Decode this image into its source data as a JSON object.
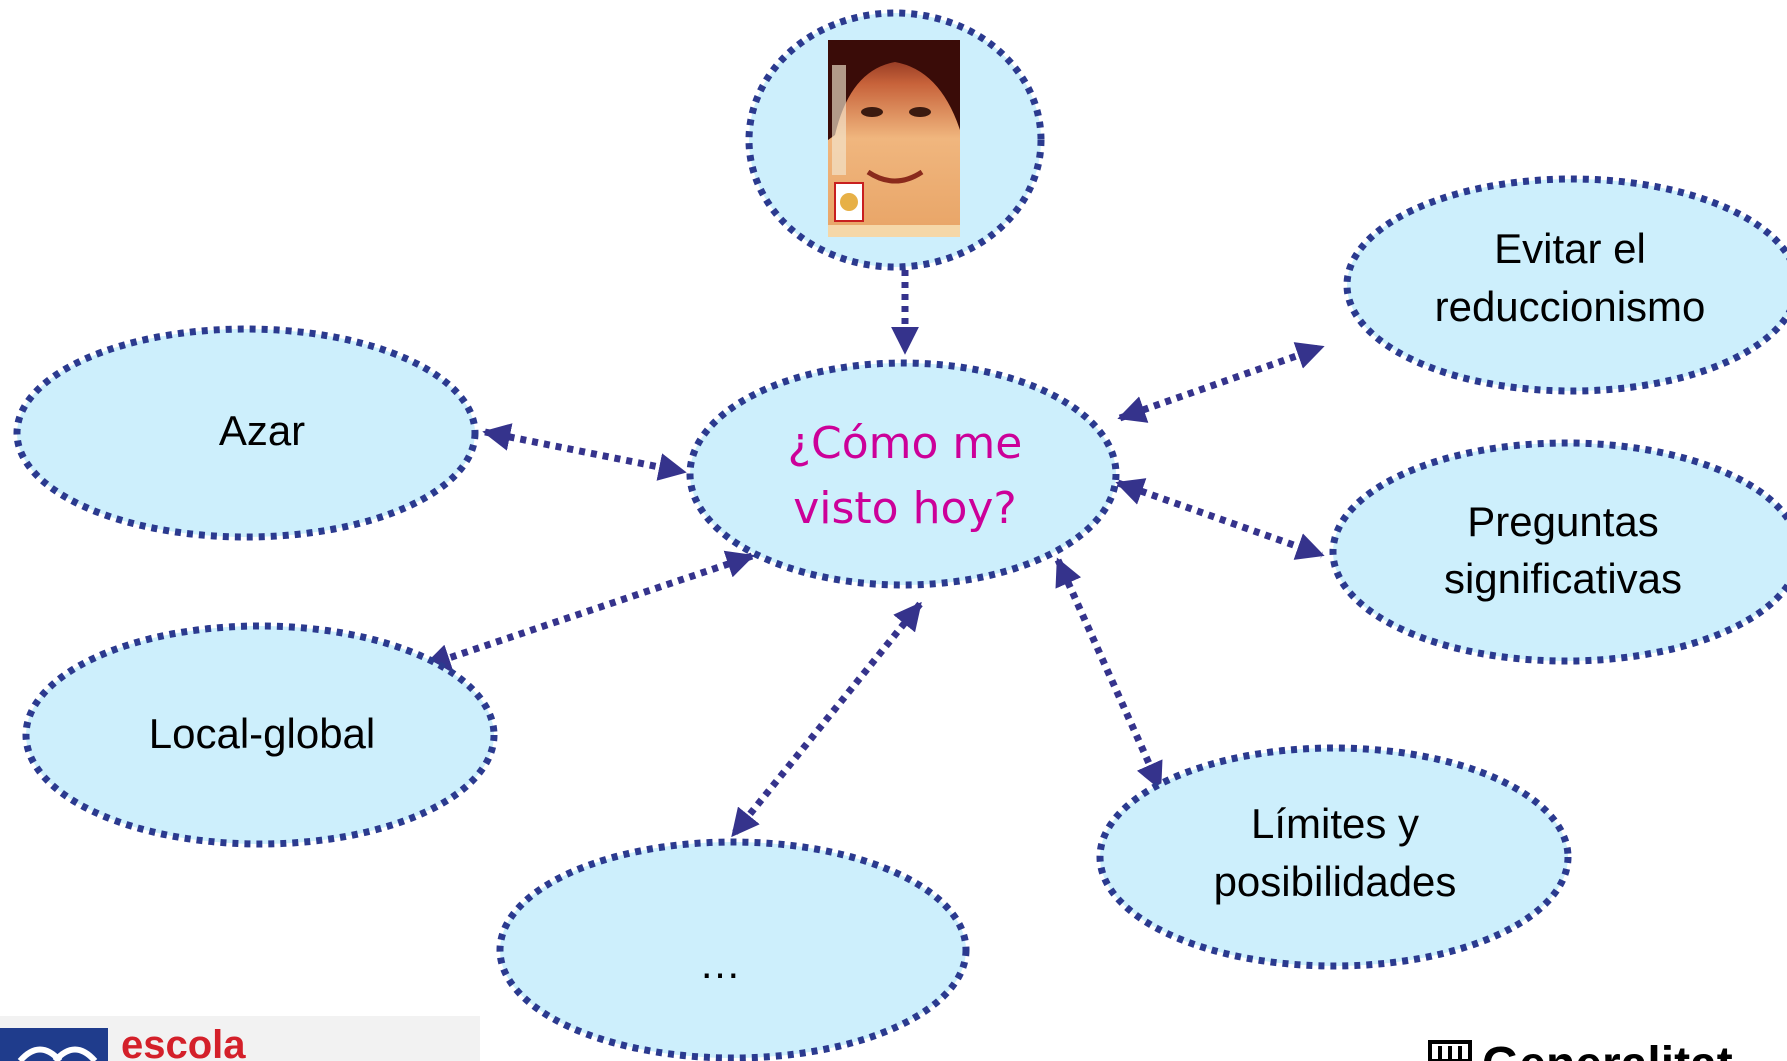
{
  "diagram": {
    "center": {
      "line1": "¿Cómo me",
      "line2": "visto hoy?"
    },
    "nodes": {
      "evitar": {
        "line1": "Evitar el",
        "line2": "reduccionismo"
      },
      "preguntas": {
        "line1": "Preguntas",
        "line2": "significativas"
      },
      "limites": {
        "line1": "Límites y",
        "line2": "posibilidades"
      },
      "azar": {
        "label": "Azar"
      },
      "local": {
        "label": "Local-global"
      },
      "ellipsis": {
        "label": "…"
      }
    },
    "image_description": "portrait-photo"
  },
  "footer": {
    "left_logo_text": "escola",
    "right_logo_text": "Generalitat"
  },
  "colors": {
    "node_fill": "#cdeffc",
    "node_border": "#2b3a8f",
    "connector": "#35338c",
    "center_text": "#cc0099",
    "logo_blue": "#1f3c8c",
    "logo_red": "#d4202a"
  }
}
